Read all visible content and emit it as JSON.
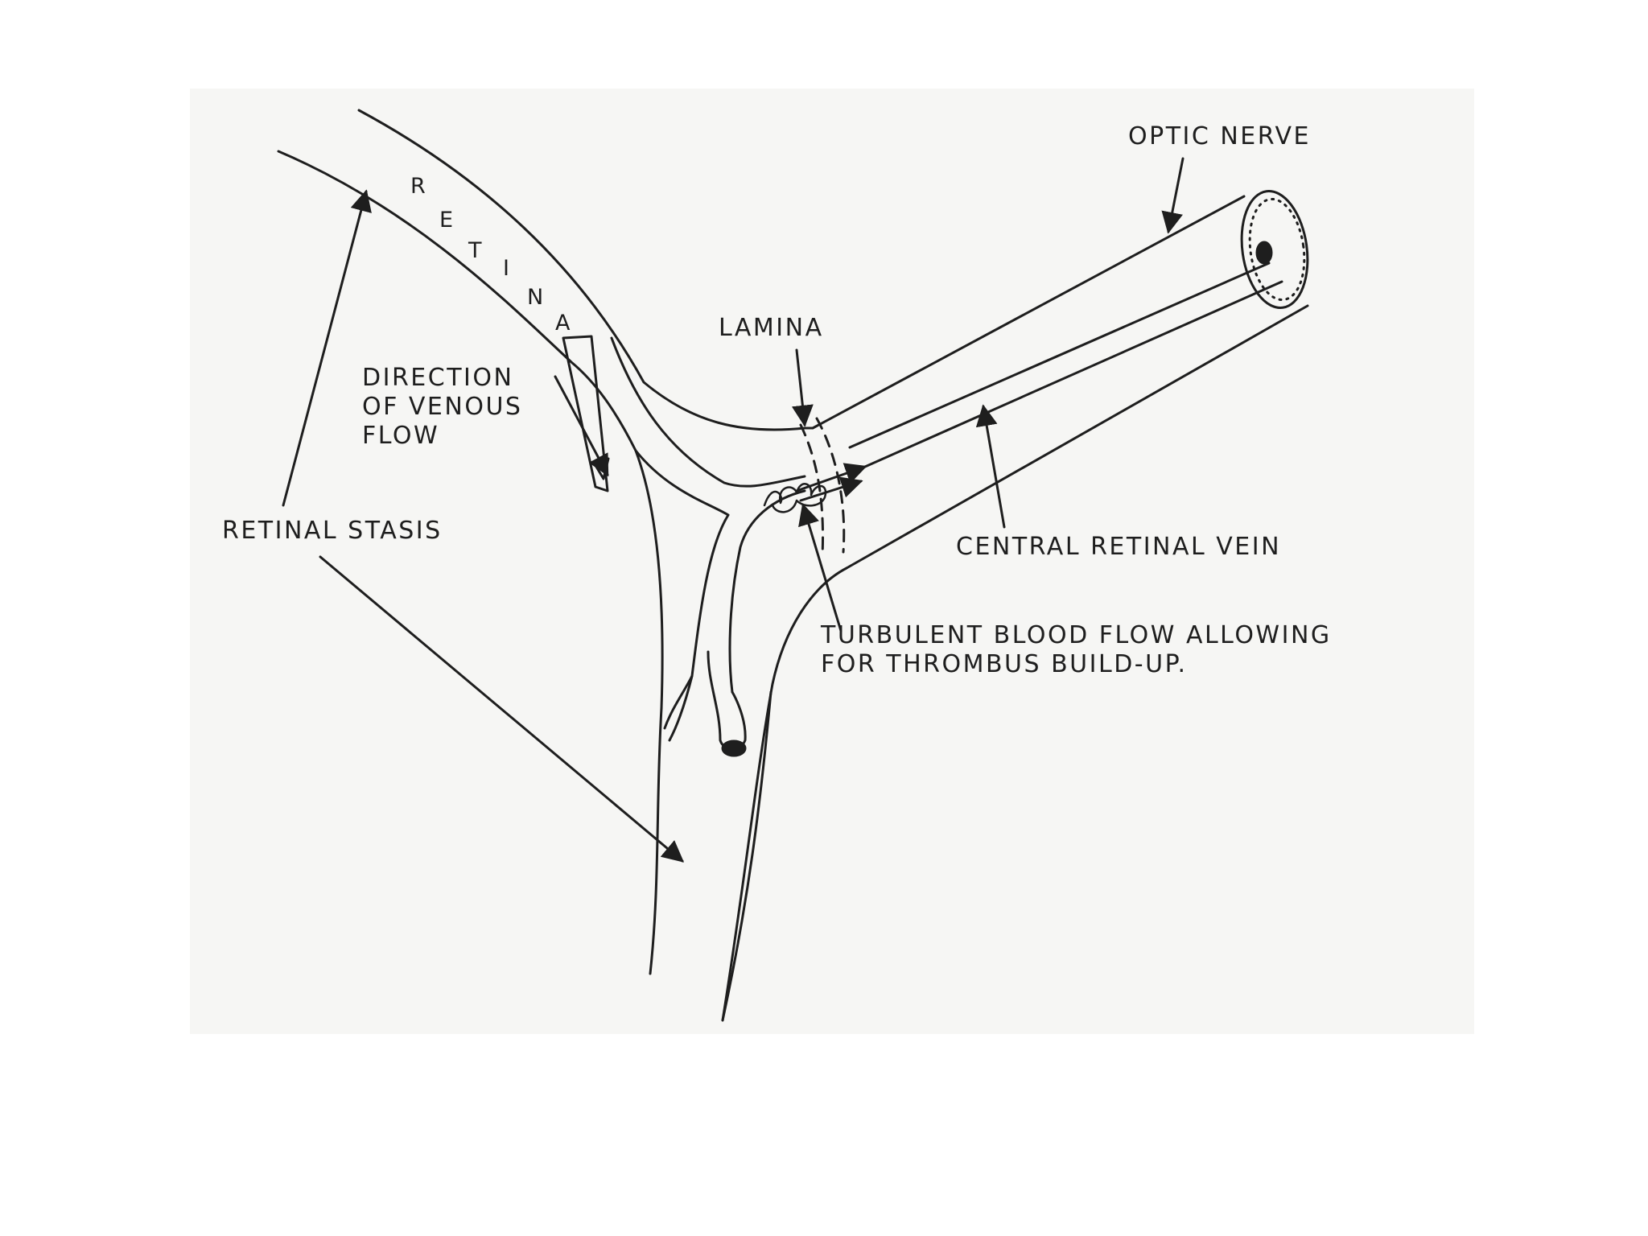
{
  "labels": {
    "optic_nerve": "OPTIC NERVE",
    "retina_letters": [
      "R",
      "E",
      "T",
      "I",
      "N",
      "A"
    ],
    "lamina": "LAMINA",
    "direction_of_venous_flow": [
      "DIRECTION",
      "OF VENOUS",
      "FLOW"
    ],
    "retinal_stasis": "RETINAL STASIS",
    "central_retinal_vein": "CENTRAL RETINAL VEIN",
    "turbulent_blood_flow": [
      "TURBULENT BLOOD FLOW ALLOWING",
      "FOR THROMBUS BUILD-UP."
    ]
  },
  "colors": {
    "ink": "#1e1e1e",
    "paper": "#f6f6f4",
    "background": "#ffffff"
  }
}
